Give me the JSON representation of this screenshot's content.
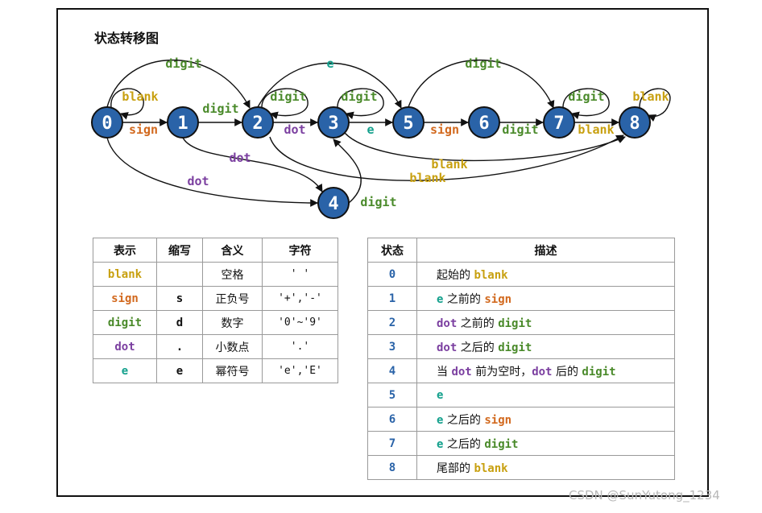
{
  "title": "状态转移图",
  "colors": {
    "node_fill": "#2a63a8",
    "node_stroke": "#111111",
    "blank": "#c8a010",
    "sign": "#d2691e",
    "digit": "#4a8a2a",
    "dot": "#7b3fa0",
    "e": "#13a08c"
  },
  "diagram": {
    "nodes": [
      "0",
      "1",
      "2",
      "3",
      "4",
      "5",
      "6",
      "7",
      "8"
    ],
    "edges": [
      {
        "from": "0",
        "to": "0",
        "label": "blank",
        "type": "blank"
      },
      {
        "from": "0",
        "to": "1",
        "label": "sign",
        "type": "sign"
      },
      {
        "from": "0",
        "to": "2",
        "label": "digit",
        "type": "digit"
      },
      {
        "from": "0",
        "to": "4",
        "label": "dot",
        "type": "dot"
      },
      {
        "from": "1",
        "to": "2",
        "label": "digit",
        "type": "digit"
      },
      {
        "from": "1",
        "to": "4",
        "label": "dot",
        "type": "dot"
      },
      {
        "from": "2",
        "to": "2",
        "label": "digit",
        "type": "digit"
      },
      {
        "from": "2",
        "to": "3",
        "label": "dot",
        "type": "dot"
      },
      {
        "from": "2",
        "to": "5",
        "label": "e",
        "type": "e"
      },
      {
        "from": "2",
        "to": "8",
        "label": "blank",
        "type": "blank"
      },
      {
        "from": "3",
        "to": "3",
        "label": "digit",
        "type": "digit"
      },
      {
        "from": "3",
        "to": "5",
        "label": "e",
        "type": "e"
      },
      {
        "from": "3",
        "to": "8",
        "label": "blank",
        "type": "blank"
      },
      {
        "from": "4",
        "to": "3",
        "label": "digit",
        "type": "digit"
      },
      {
        "from": "5",
        "to": "6",
        "label": "sign",
        "type": "sign"
      },
      {
        "from": "5",
        "to": "7",
        "label": "digit",
        "type": "digit"
      },
      {
        "from": "6",
        "to": "7",
        "label": "digit",
        "type": "digit"
      },
      {
        "from": "7",
        "to": "7",
        "label": "digit",
        "type": "digit"
      },
      {
        "from": "7",
        "to": "8",
        "label": "blank",
        "type": "blank"
      },
      {
        "from": "8",
        "to": "8",
        "label": "blank",
        "type": "blank"
      }
    ]
  },
  "legend": {
    "headers": [
      "表示",
      "缩写",
      "含义",
      "字符"
    ],
    "rows": [
      {
        "symbol": "blank",
        "type": "blank",
        "abbr": "",
        "meaning": "空格",
        "chars": "' '"
      },
      {
        "symbol": "sign",
        "type": "sign",
        "abbr": "s",
        "meaning": "正负号",
        "chars": "'+','-'"
      },
      {
        "symbol": "digit",
        "type": "digit",
        "abbr": "d",
        "meaning": "数字",
        "chars": "'0'~'9'"
      },
      {
        "symbol": "dot",
        "type": "dot",
        "abbr": ".",
        "meaning": "小数点",
        "chars": "'.'"
      },
      {
        "symbol": "e",
        "type": "e",
        "abbr": "e",
        "meaning": "幂符号",
        "chars": "'e','E'"
      }
    ]
  },
  "states": {
    "headers": [
      "状态",
      "描述"
    ],
    "rows": [
      {
        "num": "0",
        "parts": [
          {
            "t": "起始的 "
          },
          {
            "t": "blank",
            "type": "blank"
          }
        ]
      },
      {
        "num": "1",
        "parts": [
          {
            "t": "e",
            "type": "e"
          },
          {
            "t": " 之前的 "
          },
          {
            "t": "sign",
            "type": "sign"
          }
        ]
      },
      {
        "num": "2",
        "parts": [
          {
            "t": "dot",
            "type": "dot"
          },
          {
            "t": " 之前的 "
          },
          {
            "t": "digit",
            "type": "digit"
          }
        ]
      },
      {
        "num": "3",
        "parts": [
          {
            "t": "dot",
            "type": "dot"
          },
          {
            "t": " 之后的 "
          },
          {
            "t": "digit",
            "type": "digit"
          }
        ]
      },
      {
        "num": "4",
        "parts": [
          {
            "t": "当 "
          },
          {
            "t": "dot",
            "type": "dot"
          },
          {
            "t": " 前为空时，"
          },
          {
            "t": "dot",
            "type": "dot"
          },
          {
            "t": " 后的 "
          },
          {
            "t": "digit",
            "type": "digit"
          }
        ]
      },
      {
        "num": "5",
        "parts": [
          {
            "t": "e",
            "type": "e"
          }
        ]
      },
      {
        "num": "6",
        "parts": [
          {
            "t": "e",
            "type": "e"
          },
          {
            "t": " 之后的 "
          },
          {
            "t": "sign",
            "type": "sign"
          }
        ]
      },
      {
        "num": "7",
        "parts": [
          {
            "t": "e",
            "type": "e"
          },
          {
            "t": " 之后的 "
          },
          {
            "t": "digit",
            "type": "digit"
          }
        ]
      },
      {
        "num": "8",
        "parts": [
          {
            "t": "尾部的 "
          },
          {
            "t": "blank",
            "type": "blank"
          }
        ]
      }
    ]
  },
  "watermark": "CSDN @SunYutong_1234"
}
